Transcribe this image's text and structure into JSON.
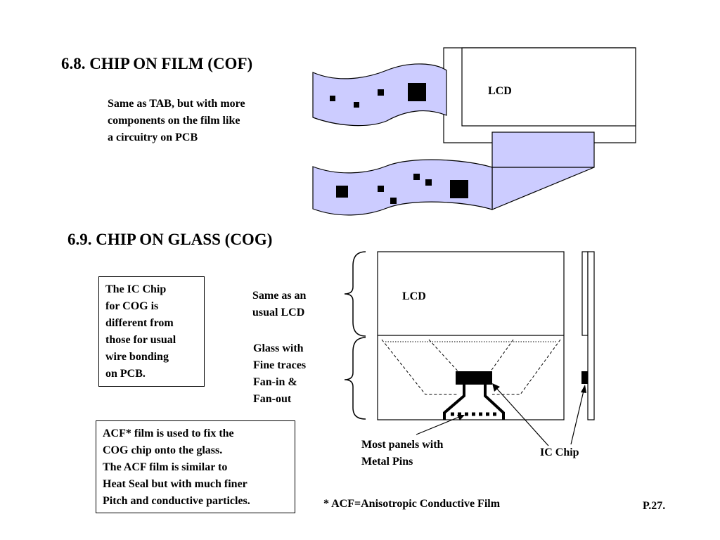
{
  "cof": {
    "title": "6.8. CHIP ON FILM (COF)",
    "desc_lines": [
      "Same as TAB, but with more",
      "components on the film like",
      "a circuitry on PCB"
    ],
    "lcd_label": "LCD"
  },
  "cog": {
    "title": "6.9. CHIP ON GLASS (COG)",
    "ic_box_lines": [
      "The IC Chip",
      "for COG is",
      "different from",
      "those for usual",
      "wire bonding",
      "on PCB."
    ],
    "acf_box_lines": [
      "ACF* film is used to fix the",
      "COG chip onto the glass.",
      "The ACF film is similar to",
      "Heat Seal but with much finer",
      "Pitch and conductive particles."
    ],
    "same_as_lines": [
      "Same as an",
      "usual LCD"
    ],
    "glass_lines": [
      "Glass with",
      "Fine traces",
      "Fan-in &",
      "Fan-out"
    ],
    "lcd_label": "LCD",
    "metal_pins_lines": [
      "Most panels with",
      "Metal Pins"
    ],
    "ic_chip_label": "IC Chip"
  },
  "footnote": "* ACF=Anisotropic Conductive Film",
  "page_number": "P.27.",
  "colors": {
    "film_fill": "#ccccff",
    "stroke": "#000000",
    "background": "#ffffff"
  }
}
